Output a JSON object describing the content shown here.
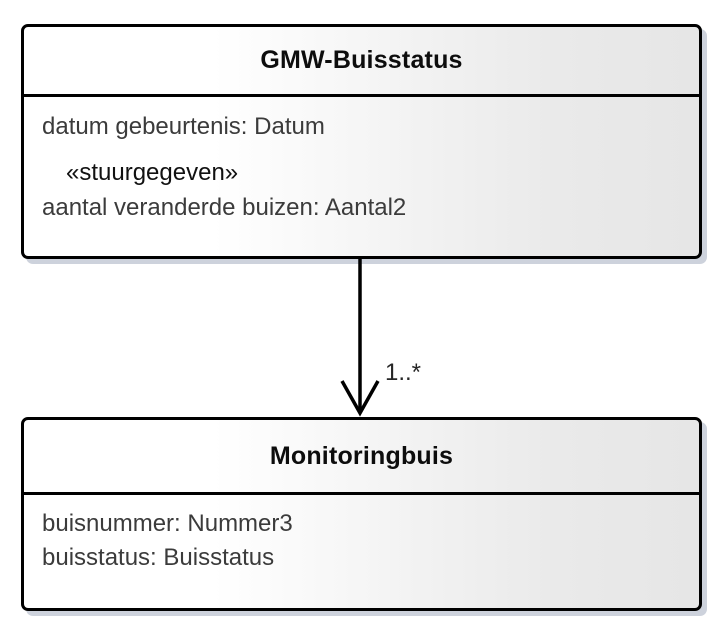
{
  "diagram": {
    "type": "uml-class-diagram",
    "classes": [
      {
        "name": "GMW-Buisstatus",
        "attributes": [
          {
            "text": "datum gebeurtenis: Datum",
            "kind": "attribute"
          },
          {
            "text": "«stuurgegeven»",
            "kind": "stereotype"
          },
          {
            "text": "aantal veranderde buizen: Aantal2",
            "kind": "attribute"
          }
        ]
      },
      {
        "name": "Monitoringbuis",
        "attributes": [
          {
            "text": "buisnummer: Nummer3",
            "kind": "attribute"
          },
          {
            "text": "buisstatus: Buisstatus",
            "kind": "attribute"
          }
        ]
      }
    ],
    "association": {
      "source": "GMW-Buisstatus",
      "target": "Monitoringbuis",
      "multiplicity_target": "1..*",
      "arrowhead": "open-arrow",
      "line_style": "solid"
    },
    "colors": {
      "border": "#000000",
      "fill_left": "#ffffff",
      "fill_right": "#e6e6e6",
      "shadow": "#c4cad6",
      "title_text": "#0d0d0d",
      "attribute_text": "#3b3b3b",
      "connector": "#000000"
    }
  }
}
